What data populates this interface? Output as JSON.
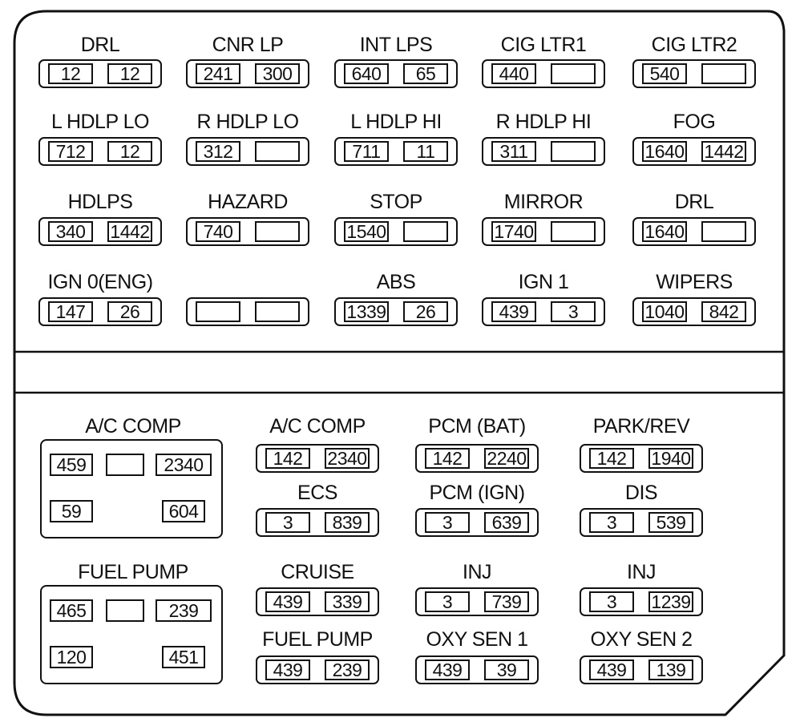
{
  "upper_panel": [
    {
      "label": "DRL",
      "fuses": [
        "12",
        "12"
      ]
    },
    {
      "label": "CNR LP",
      "fuses": [
        "241",
        "300"
      ]
    },
    {
      "label": "INT LPS",
      "fuses": [
        "640",
        "65"
      ]
    },
    {
      "label": "CIG LTR1",
      "fuses": [
        "440",
        ""
      ]
    },
    {
      "label": "CIG LTR2",
      "fuses": [
        "540",
        ""
      ]
    },
    {
      "label": "L HDLP LO",
      "fuses": [
        "712",
        "12"
      ]
    },
    {
      "label": "R HDLP LO",
      "fuses": [
        "312",
        ""
      ]
    },
    {
      "label": "L HDLP HI",
      "fuses": [
        "711",
        "11"
      ]
    },
    {
      "label": "R HDLP HI",
      "fuses": [
        "311",
        ""
      ]
    },
    {
      "label": "FOG",
      "fuses": [
        "1640",
        "1442"
      ]
    },
    {
      "label": "HDLPS",
      "fuses": [
        "340",
        "1442"
      ]
    },
    {
      "label": "HAZARD",
      "fuses": [
        "740",
        ""
      ]
    },
    {
      "label": "STOP",
      "fuses": [
        "1540",
        ""
      ]
    },
    {
      "label": "MIRROR",
      "fuses": [
        "1740",
        ""
      ]
    },
    {
      "label": "DRL",
      "fuses": [
        "1640",
        ""
      ]
    },
    {
      "label": "IGN 0(ENG)",
      "fuses": [
        "147",
        "26"
      ]
    },
    {
      "label": "",
      "fuses": [
        "",
        ""
      ]
    },
    {
      "label": "ABS",
      "fuses": [
        "1339",
        "26"
      ]
    },
    {
      "label": "IGN 1",
      "fuses": [
        "439",
        "3"
      ]
    },
    {
      "label": "WIPERS",
      "fuses": [
        "1040",
        "842"
      ]
    }
  ],
  "relay_blocks": [
    {
      "label": "A/C COMP",
      "slots": [
        "459",
        "",
        "2340",
        "59",
        "604"
      ]
    },
    {
      "label": "FUEL PUMP",
      "slots": [
        "465",
        "",
        "239",
        "120",
        "451"
      ]
    }
  ],
  "lower_panel": [
    {
      "label": "A/C COMP",
      "fuses": [
        "142",
        "2340"
      ]
    },
    {
      "label": "PCM (BAT)",
      "fuses": [
        "142",
        "2240"
      ]
    },
    {
      "label": "PARK/REV",
      "fuses": [
        "142",
        "1940"
      ]
    },
    {
      "label": "ECS",
      "fuses": [
        "3",
        "839"
      ]
    },
    {
      "label": "PCM (IGN)",
      "fuses": [
        "3",
        "639"
      ]
    },
    {
      "label": "DIS",
      "fuses": [
        "3",
        "539"
      ]
    },
    {
      "label": "CRUISE",
      "fuses": [
        "439",
        "339"
      ]
    },
    {
      "label": "INJ",
      "fuses": [
        "3",
        "739"
      ]
    },
    {
      "label": "INJ",
      "fuses": [
        "3",
        "1239"
      ]
    },
    {
      "label": "FUEL PUMP",
      "fuses": [
        "439",
        "239"
      ]
    },
    {
      "label": "OXY SEN 1",
      "fuses": [
        "439",
        "39"
      ]
    },
    {
      "label": "OXY SEN 2",
      "fuses": [
        "439",
        "139"
      ]
    }
  ]
}
